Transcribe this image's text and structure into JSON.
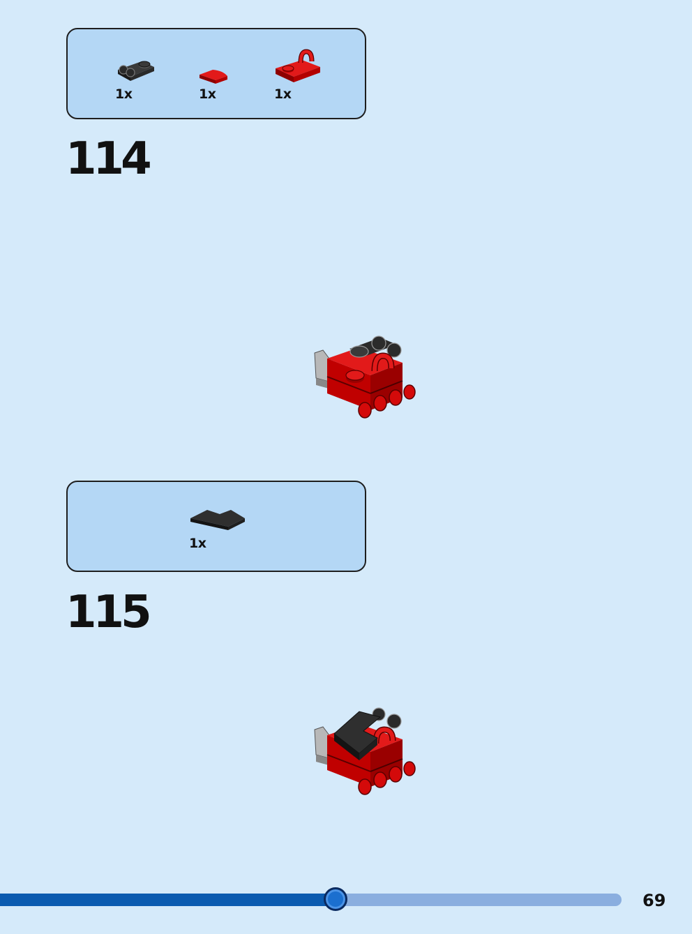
{
  "steps": [
    {
      "number": "114",
      "parts": [
        {
          "name": "black plate with clips",
          "qty": "1x",
          "color": "#2b2b2b"
        },
        {
          "name": "red quarter tile",
          "qty": "1x",
          "color": "#d40a0a"
        },
        {
          "name": "red plate with clip",
          "qty": "1x",
          "color": "#d40a0a"
        }
      ]
    },
    {
      "number": "115",
      "parts": [
        {
          "name": "black wedge tile",
          "qty": "1x",
          "color": "#2b2b2b"
        }
      ]
    }
  ],
  "progress": {
    "fraction": 0.54
  },
  "page": {
    "number": "69"
  },
  "colors": {
    "background": "#d5eafa",
    "parts_box": "#b4d7f5",
    "brick_red": "#d40a0a",
    "brick_black": "#2b2b2b",
    "progress_fill": "#0b5bb0",
    "progress_track": "#8aaedf"
  }
}
